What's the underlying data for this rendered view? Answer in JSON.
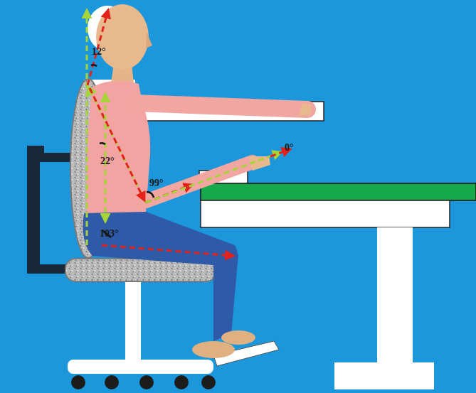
{
  "diagram": {
    "labels": [
      "12°",
      "22°",
      "99°",
      "0°",
      "103°"
    ]
  }
}
